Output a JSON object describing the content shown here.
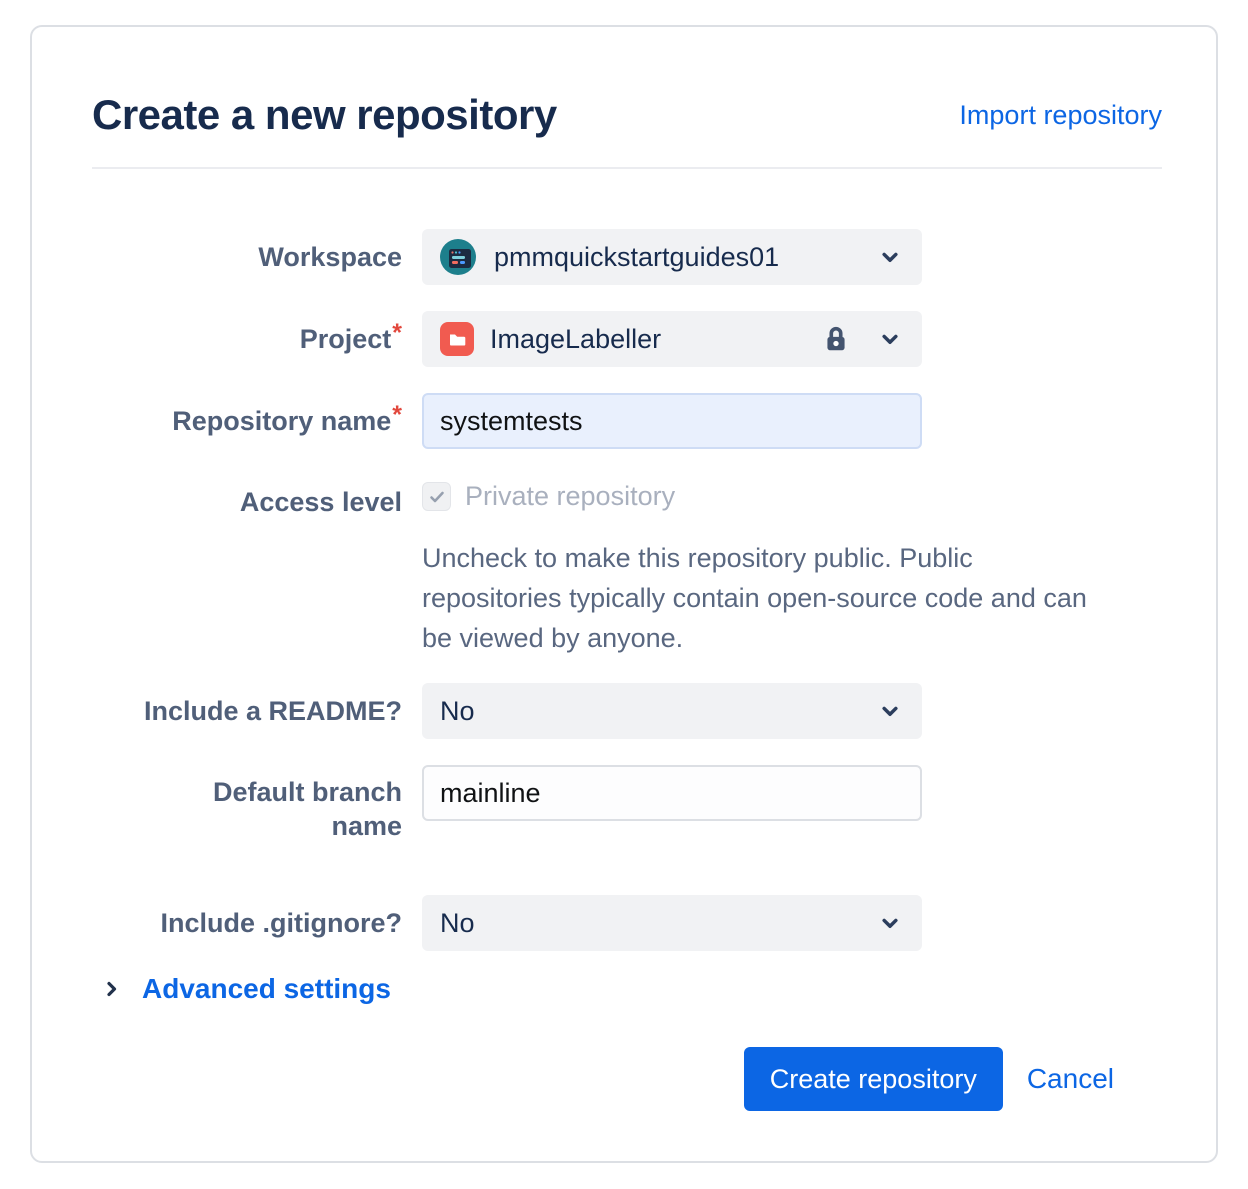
{
  "page": {
    "title": "Create a new repository",
    "import_link": "Import repository"
  },
  "form": {
    "workspace": {
      "label": "Workspace",
      "value": "pmmquickstartguides01"
    },
    "project": {
      "label": "Project",
      "required_mark": "*",
      "value": "ImageLabeller"
    },
    "repo_name": {
      "label": "Repository name",
      "required_mark": "*",
      "value": "systemtests"
    },
    "access_level": {
      "label": "Access level",
      "checkbox_label": "Private repository",
      "checkbox_checked": true,
      "help": "Uncheck to make this repository public. Public repositories typically contain open-source code and can be viewed by anyone."
    },
    "readme": {
      "label": "Include a README?",
      "value": "No"
    },
    "default_branch": {
      "label": "Default branch name",
      "value": "mainline"
    },
    "gitignore": {
      "label": "Include .gitignore?",
      "value": "No"
    },
    "advanced": {
      "label": "Advanced settings"
    }
  },
  "footer": {
    "create_label": "Create repository",
    "cancel_label": "Cancel"
  },
  "colors": {
    "accent_blue": "#0C66E4",
    "title_navy": "#172B4D",
    "label_slate": "#505F79",
    "select_bg": "#F1F2F4",
    "filled_input_bg": "#E9F0FD",
    "card_border": "#DCDFE4",
    "project_icon_red": "#F15B50",
    "workspace_avatar_teal": "#1D7F8C",
    "lock_slate": "#44546F"
  }
}
